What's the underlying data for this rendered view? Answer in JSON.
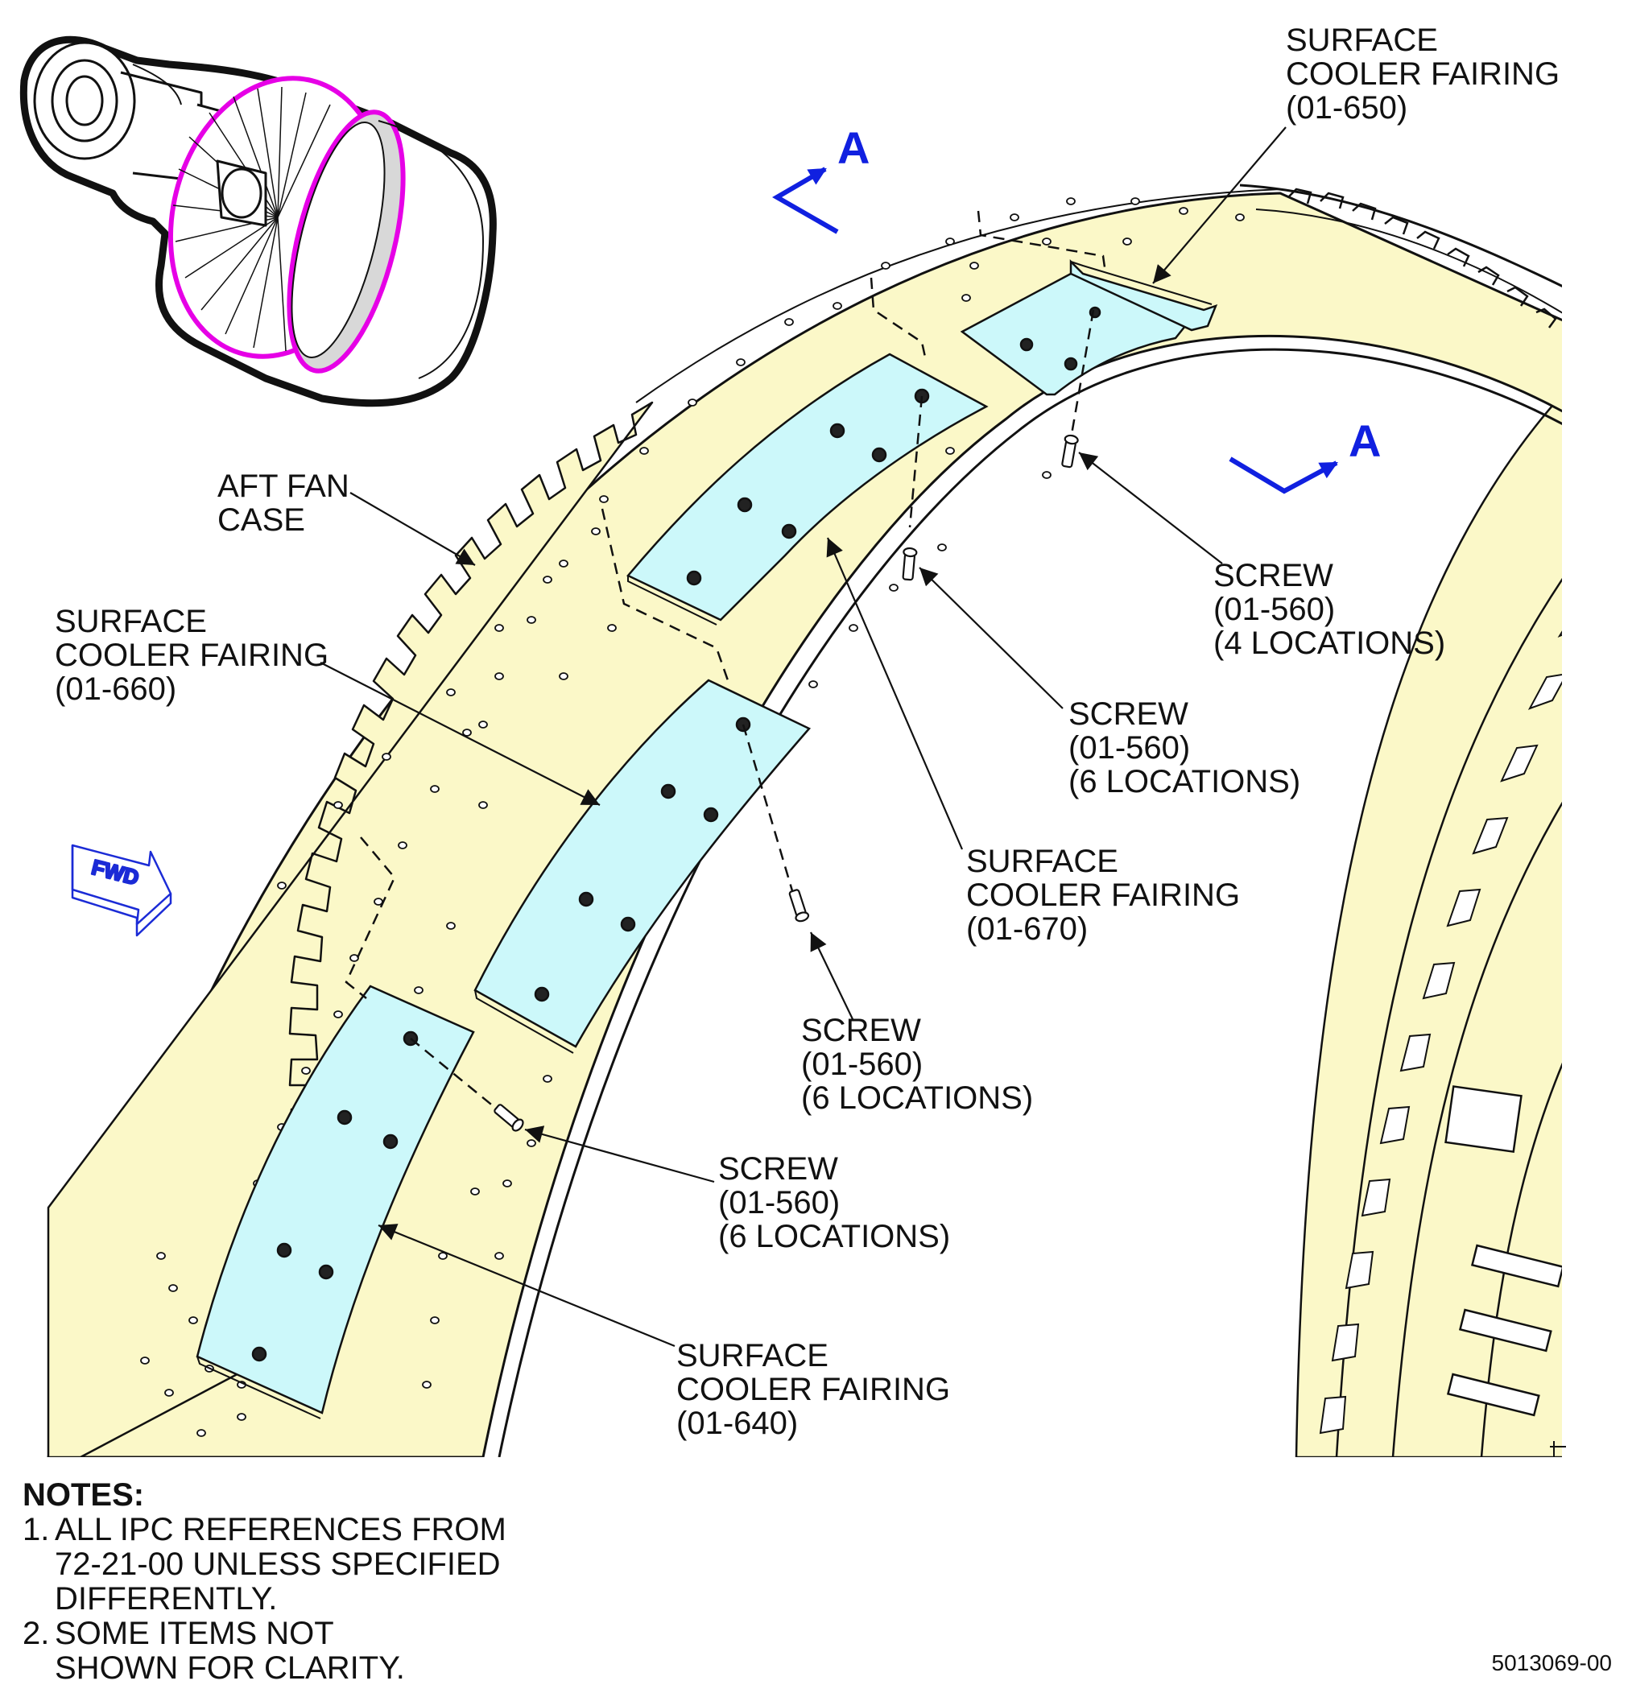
{
  "callouts": {
    "fairing_650": [
      "SURFACE",
      "COOLER FAIRING",
      "(01-650)"
    ],
    "fairing_660": [
      "SURFACE",
      "COOLER FAIRING",
      "(01-660)"
    ],
    "fairing_670": [
      "SURFACE",
      "COOLER FAIRING",
      "(01-670)"
    ],
    "fairing_640": [
      "SURFACE",
      "COOLER FAIRING",
      "(01-640)"
    ],
    "aft_fan_case": [
      "AFT FAN",
      "CASE"
    ],
    "screw_4loc": [
      "SCREW",
      "(01-560)",
      "(4 LOCATIONS)"
    ],
    "screw_6loc_a": [
      "SCREW",
      "(01-560)",
      "(6 LOCATIONS)"
    ],
    "screw_6loc_b": [
      "SCREW",
      "(01-560)",
      "(6 LOCATIONS)"
    ],
    "screw_6loc_c": [
      "SCREW",
      "(01-560)",
      "(6 LOCATIONS)"
    ]
  },
  "section_marker": {
    "left": "A",
    "right": "A"
  },
  "fwd_arrow": {
    "label": "FWD",
    "icon": "fwd-arrow-icon"
  },
  "notes": {
    "title": "NOTES:",
    "items": [
      {
        "num": "1.",
        "lines": [
          "ALL IPC REFERENCES FROM",
          "72-21-00 UNLESS SPECIFIED",
          "DIFFERENTLY."
        ]
      },
      {
        "num": "2.",
        "lines": [
          "SOME ITEMS NOT",
          "SHOWN FOR CLARITY."
        ]
      }
    ]
  },
  "drawing_id": "5013069-00",
  "colors": {
    "case": "#fbf8c8",
    "fairing": "#ccf8fa",
    "section_marker": "#1020e0",
    "fwd_arrow": "#1b2bd6",
    "locator_highlight": "#e600e6"
  }
}
